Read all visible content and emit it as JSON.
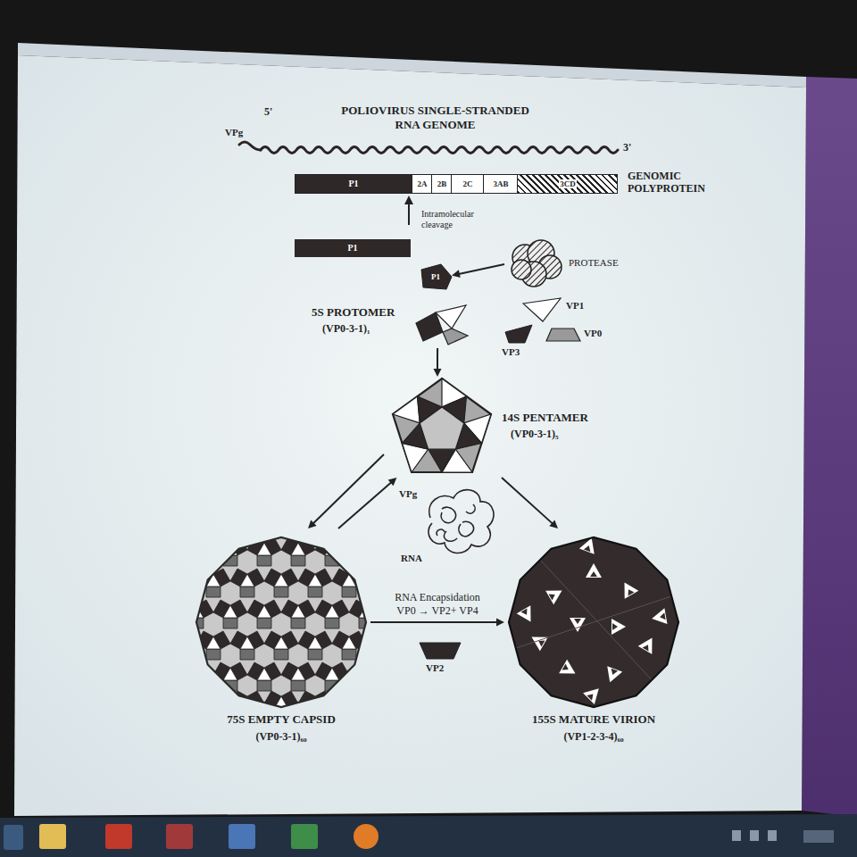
{
  "diagram": {
    "nodes": [
      {
        "text": [
          "GENOMIC POLYPROTEIN"
        ]
      },
      {
        "text": [
          "P1"
        ],
        "in": 0
      },
      {
        "text": [
          "2A"
        ],
        "in": 0
      },
      {
        "text": [
          "2B"
        ],
        "in": 0
      },
      {
        "text": [
          "2C"
        ],
        "in": 0
      },
      {
        "text": [
          "3AB"
        ],
        "in": 0
      },
      {
        "text": [
          "3CD"
        ],
        "in": 0
      },
      {
        "text": [
          "P1"
        ]
      },
      {
        "text": [
          "PROTEASE"
        ]
      },
      {
        "text": [
          "P1"
        ]
      },
      {
        "text": [
          "5S PROTOMER",
          "(VP0-3-1)₁"
        ]
      },
      {
        "text": [
          "VP1"
        ]
      },
      {
        "text": [
          "VP3"
        ]
      },
      {
        "text": [
          "VP0"
        ]
      },
      {
        "text": [
          "14S PENTAMER",
          "(VP0-3-1)₅"
        ]
      },
      {
        "text": [
          "VPg",
          "RNA"
        ]
      },
      {
        "text": [
          "75S EMPTY CAPSID",
          "(VP0-3-1)₆₀"
        ]
      },
      {
        "text": [
          "155S MATURE VIRION",
          "(VP1-2-3-4)₆₀"
        ]
      },
      {
        "text": [
          "VP2"
        ]
      }
    ],
    "edges": [
      {
        "from": 8,
        "to": 9,
        "arrow": "to"
      },
      {
        "from": 10,
        "to": 14,
        "arrow": "to"
      },
      {
        "from": 14,
        "to": 16,
        "arrow": "to"
      },
      {
        "from": 16,
        "to": 14,
        "arrow": "to"
      },
      {
        "from": 14,
        "to": 17,
        "arrow": "to"
      },
      {
        "from": 16,
        "to": 17,
        "label": "RNA Encapsidation VP0 → VP2+ VP4",
        "arrow": "to"
      }
    ],
    "labels": [
      "5'",
      "VPg",
      "POLIOVIRUS SINGLE-STRANDED RNA GENOME",
      "3'",
      "Intramolecular cleavage"
    ]
  }
}
